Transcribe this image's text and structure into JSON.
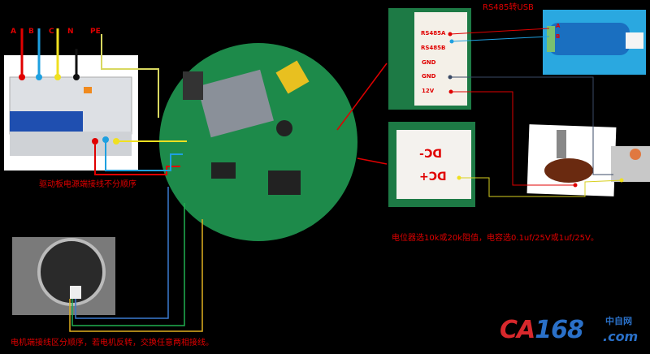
{
  "breaker": {
    "phase_labels": [
      "A",
      "B",
      "C",
      "N",
      "PE"
    ],
    "caption": "驱动板电源端接线不分顺序"
  },
  "connector_top": {
    "title": "RS485转USB",
    "pins": [
      "RS485A",
      "RS485B",
      "GND",
      "GND",
      "12V"
    ],
    "usb_pins": [
      "A",
      "B"
    ]
  },
  "connector_dc": {
    "pins": [
      "DC-",
      "DC+"
    ]
  },
  "notes": {
    "component_note": "电位器选10k或20k阻值，电容选0.1uf/25V或1uf/25V。",
    "motor_note": "电机端接线区分顺序，若电机反转，交换任意两相接线。"
  },
  "watermark": {
    "brand_red": "CA",
    "brand_blue": "168",
    "cn": "中自网",
    "domain": ".com"
  },
  "colors": {
    "red": "#e00000",
    "blue": "#1ea0e0",
    "yellow": "#f0e020",
    "pcb": "#1d8a4a",
    "usb": "#2aa8e0"
  }
}
